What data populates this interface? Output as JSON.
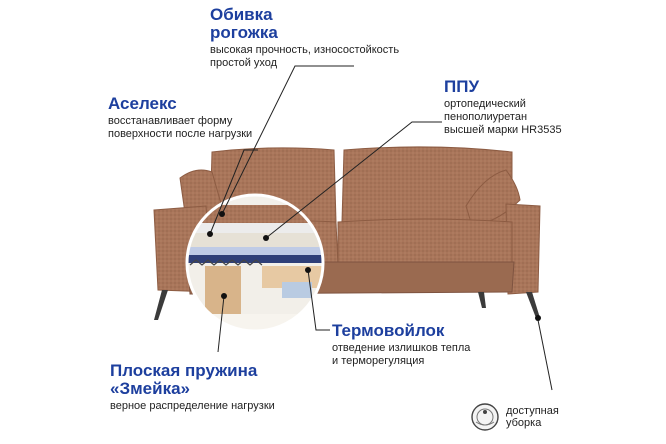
{
  "callouts": {
    "obivka": {
      "title_line1": "Обивка",
      "title_line2": "рогожка",
      "desc_line1": "высокая прочность, износостойкость",
      "desc_line2": "простой уход"
    },
    "aseleks": {
      "title": "Аселекс",
      "desc_line1": "восстанавливает форму",
      "desc_line2": "поверхности после нагрузки"
    },
    "ppu": {
      "title": "ППУ",
      "desc_line1": "ортопедический",
      "desc_line2": "пенополиуретан",
      "desc_line3": "высшей марки HR3535"
    },
    "termovoilok": {
      "title": "Термовойлок",
      "desc_line1": "отведение излишков тепла",
      "desc_line2": "и терморегуляция"
    },
    "pruzhina": {
      "title_line1": "Плоская пружина",
      "title_line2": "«Змейка»",
      "desc_line1": "верное распределение нагрузки"
    }
  },
  "badge": {
    "icon": "robot-vacuum-icon",
    "line1": "доступная",
    "line2": "уборка"
  },
  "colors": {
    "title_blue": "#1d3f9e",
    "fabric": "#a9755a",
    "fabric_dark": "#8d5c43",
    "legs": "#3b3b3b"
  }
}
